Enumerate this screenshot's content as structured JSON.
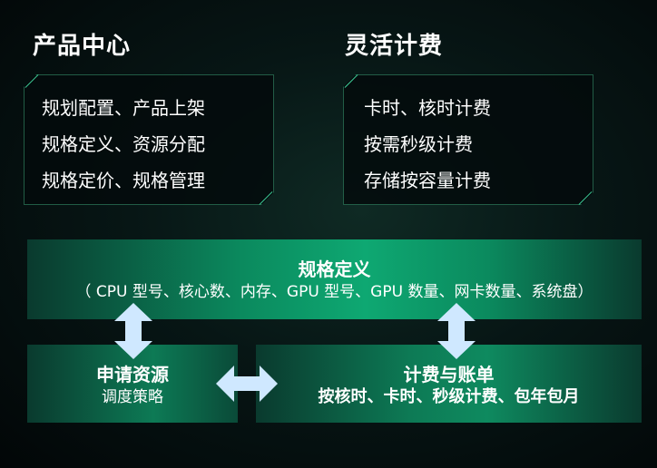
{
  "left_section": {
    "title": "产品中心",
    "items": [
      "规划配置、产品上架",
      "规格定义、资源分配",
      "规格定价、规格管理"
    ]
  },
  "right_section": {
    "title": "灵活计费",
    "items": [
      "卡时、核时计费",
      "按需秒级计费",
      "存储按容量计费"
    ]
  },
  "spec_block": {
    "title": "规格定义",
    "subtitle": "（ CPU 型号、核心数、内存、GPU 型号、GPU 数量、网卡数量、系统盘）"
  },
  "request_block": {
    "title": "申请资源",
    "subtitle": "调度策略"
  },
  "billing_block": {
    "title": "计费与账单",
    "subtitle": "按核时、卡时、秒级计费、包年包月"
  },
  "colors": {
    "accent_green": "#0ea872",
    "arrow_fill": "#cfe8ff",
    "card_border": "#3fd19a"
  }
}
